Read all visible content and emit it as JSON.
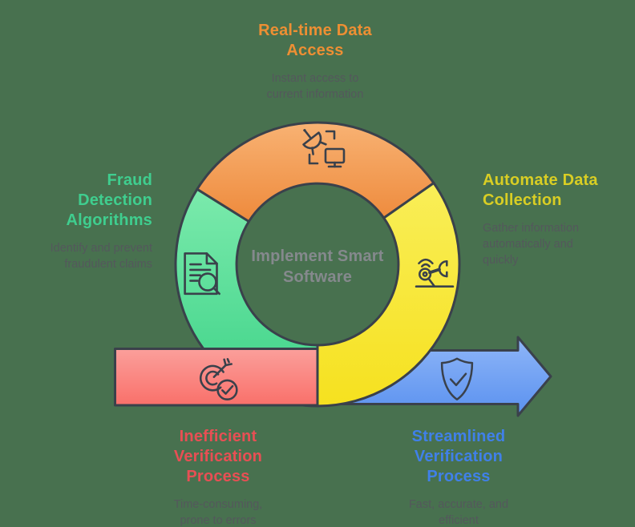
{
  "canvas": {
    "background_color": "#48714F"
  },
  "theme": {
    "outline_color": "#3A414B",
    "subtitle_text_color": "#54585C",
    "center_text_color": "#85898D"
  },
  "center": {
    "label_lines": [
      "Implement Smart",
      "Software"
    ]
  },
  "steps": {
    "realtime": {
      "title_lines": [
        "Real-time Data",
        "Access"
      ],
      "subtitle_lines": [
        "Instant access to",
        "current information"
      ],
      "title_color": "#EE8F33",
      "fill_top": "#F8B273",
      "fill_bottom": "#EE8A3C",
      "icon": "satellite-monitor-icon"
    },
    "fraud": {
      "title_lines": [
        "Fraud",
        "Detection",
        "Algorithms"
      ],
      "subtitle_lines": [
        "Identify and prevent",
        "fraudulent claims"
      ],
      "title_color": "#3FCE8F",
      "fill_top": "#7BEAAC",
      "fill_bottom": "#3CD287",
      "icon": "document-search-icon"
    },
    "automate": {
      "title_lines": [
        "Automate Data",
        "Collection"
      ],
      "subtitle_lines": [
        "Gather information",
        "automatically and",
        "quickly"
      ],
      "title_color": "#D9CE24",
      "fill_top": "#F9EE58",
      "fill_bottom": "#F6E11F",
      "icon": "robot-arm-icon"
    },
    "inefficient": {
      "title_lines": [
        "Inefficient",
        "Verification",
        "Process"
      ],
      "subtitle_lines": [
        "Time-consuming,",
        "prone to errors"
      ],
      "title_color": "#E84F54",
      "fill_top": "#FB9F9B",
      "fill_bottom": "#F9706A",
      "icon": "target-arrow-check-icon"
    },
    "streamlined": {
      "title_lines": [
        "Streamlined",
        "Verification",
        "Process"
      ],
      "subtitle_lines": [
        "Fast, accurate, and",
        "efficient"
      ],
      "title_color": "#4080E9",
      "fill_top": "#8FB6F8",
      "fill_bottom": "#5A91EF",
      "icon": "shield-check-icon"
    }
  }
}
